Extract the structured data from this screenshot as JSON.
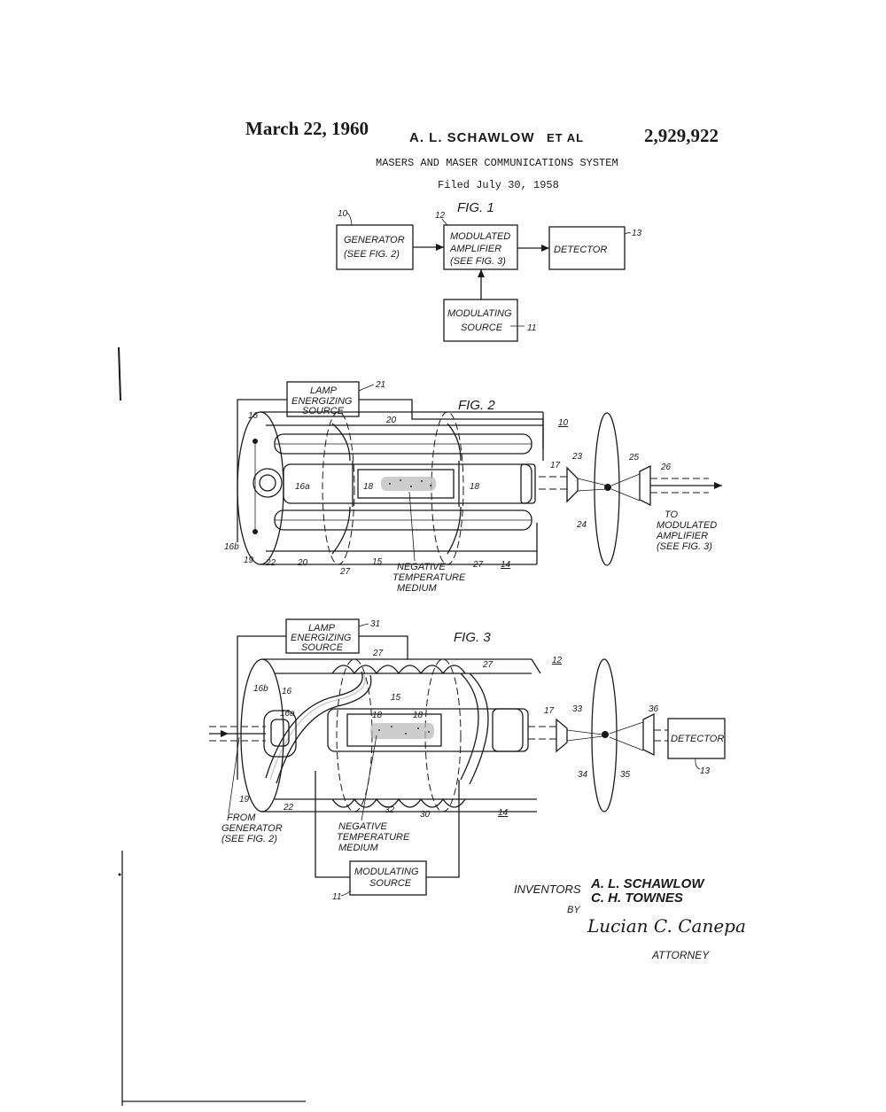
{
  "header": {
    "date": "March 22, 1960",
    "authors": "A. L. SCHAWLOW",
    "et_al": "ET AL",
    "patent_number": "2,929,922",
    "title": "MASERS AND MASER COMMUNICATIONS SYSTEM",
    "filed": "Filed July 30, 1958"
  },
  "fig1": {
    "label": "FIG. 1",
    "generator": {
      "line1": "GENERATOR",
      "line2": "(SEE FIG. 2)",
      "ref": "10"
    },
    "amplifier": {
      "line1": "MODULATED",
      "line2": "AMPLIFIER",
      "line3": "(SEE FIG. 3)",
      "ref": "12"
    },
    "detector": {
      "label": "DETECTOR",
      "ref": "13"
    },
    "modulating": {
      "line1": "MODULATING",
      "line2": "SOURCE",
      "ref": "11"
    }
  },
  "fig2": {
    "label": "FIG. 2",
    "assembly_ref": "10",
    "lamp": {
      "line1": "LAMP",
      "line2": "ENERGIZING",
      "line3": "SOURCE",
      "ref": "21"
    },
    "medium": {
      "line1": "NEGATIVE",
      "line2": "TEMPERATURE",
      "line3": "MEDIUM"
    },
    "output": {
      "line1": "TO",
      "line2": "MODULATED",
      "line3": "AMPLIFIER",
      "line4": "(SEE FIG. 3)"
    },
    "refs": [
      "16",
      "20",
      "16a",
      "18",
      "18",
      "17",
      "23",
      "25",
      "26",
      "24",
      "16b",
      "19",
      "22",
      "20",
      "27",
      "15",
      "27",
      "14"
    ]
  },
  "fig3": {
    "label": "FIG. 3",
    "assembly_ref": "12",
    "lamp": {
      "line1": "LAMP",
      "line2": "ENERGIZING",
      "line3": "SOURCE",
      "ref": "31"
    },
    "detector": {
      "label": "DETECTOR",
      "ref": "13"
    },
    "modulating": {
      "line1": "MODULATING",
      "line2": "SOURCE",
      "ref": "11"
    },
    "medium": {
      "line1": "NEGATIVE",
      "line2": "TEMPERATURE",
      "line3": "MEDIUM"
    },
    "input": {
      "line1": "FROM",
      "line2": "GENERATOR",
      "line3": "(SEE FIG. 2)"
    },
    "refs": [
      "27",
      "27",
      "16b",
      "16",
      "16a",
      "15",
      "18",
      "18",
      "17",
      "33",
      "36",
      "34",
      "35",
      "19",
      "22",
      "32",
      "30",
      "14"
    ]
  },
  "inventors": {
    "label": "INVENTORS",
    "name1": "A. L. SCHAWLOW",
    "name2": "C. H. TOWNES",
    "by": "BY",
    "signature": "Lucian C. Canepa",
    "attorney": "ATTORNEY"
  }
}
